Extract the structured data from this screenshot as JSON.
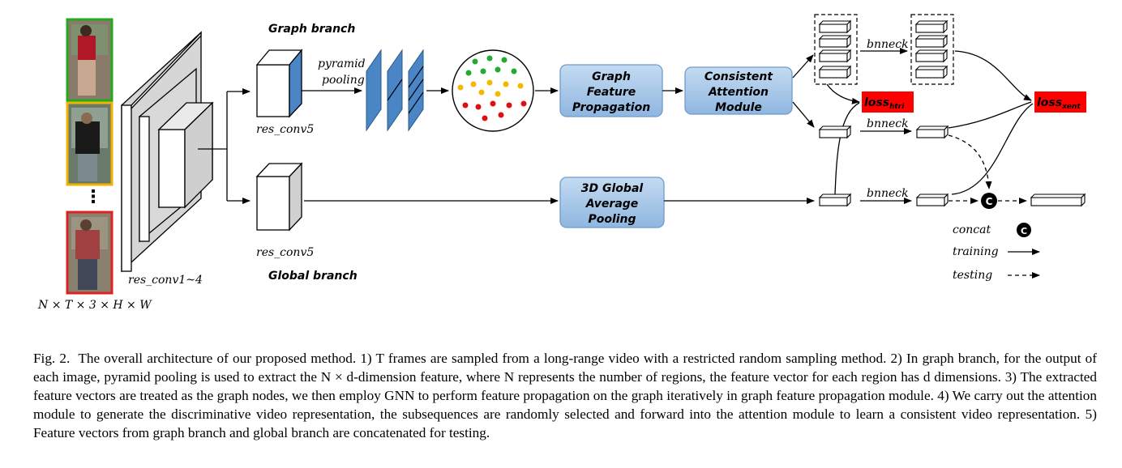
{
  "diagram": {
    "input_shape": "N × T × 3 × H × W",
    "ellipsis": "⋮",
    "backbone_label": "res_conv1~4",
    "graph_branch_title": "Graph branch",
    "global_branch_title": "Global branch",
    "res_conv5_label": "res_conv5",
    "pyramid_label_1": "pyramid",
    "pyramid_label_2": "pooling",
    "gfp_lines": [
      "Graph",
      "Feature",
      "Propagation"
    ],
    "cam_lines": [
      "Consistent",
      "Attention",
      "Module"
    ],
    "gap_lines": [
      "3D Global",
      "Average",
      "Pooling"
    ],
    "bnneck": "bnneck",
    "loss_htri_main": "loss",
    "loss_htri_sub": "htri",
    "loss_xent_main": "loss",
    "loss_xent_sub": "xent",
    "concat_symbol": "C",
    "legend": {
      "concat": "concat",
      "training": "training",
      "testing": "testing"
    },
    "colors": {
      "box_fill": "#a9c9ea",
      "box_stroke": "#6f9ccc",
      "slice_fill": "#4a86c5",
      "loss_fill": "#ff0000",
      "frame_green": "#22aa22",
      "frame_yellow": "#f0b400",
      "frame_red": "#dd2222",
      "node_green": "#22aa33",
      "node_yellow": "#f5b800",
      "node_red": "#e01010"
    }
  },
  "caption": {
    "label": "Fig. 2.",
    "text": "The overall architecture of our proposed method. 1) T frames are sampled from a long-range video with a restricted random sampling method. 2) In graph branch, for the output of each image, pyramid pooling is used to extract the N × d-dimension feature, where N represents the number of regions, the feature vector for each region has d dimensions. 3) The extracted feature vectors are treated as the graph nodes, we then employ GNN to perform feature propagation on the graph iteratively in graph feature propagation module. 4) We carry out the attention module to generate the discriminative video representation, the subsequences are randomly selected and forward into the attention module to learn a consistent video representation. 5) Feature vectors from graph branch and global branch are concatenated for testing."
  }
}
